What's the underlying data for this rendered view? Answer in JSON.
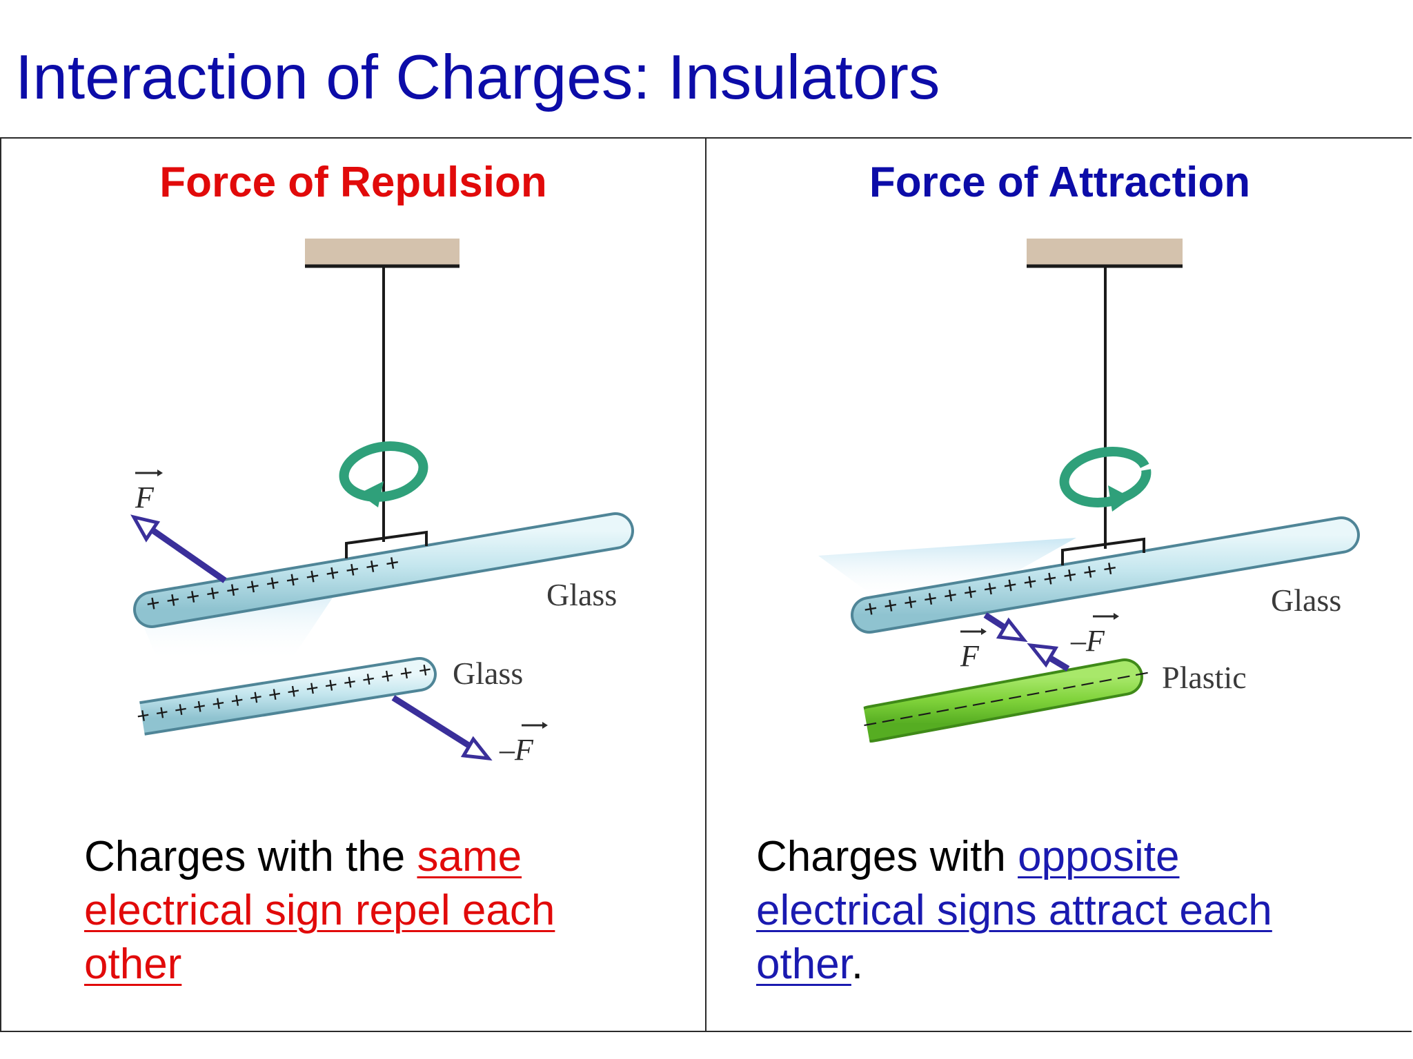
{
  "title": "Interaction of Charges: Insulators",
  "panels": {
    "left": {
      "heading": "Force of Repulsion",
      "caption_lead": "Charges with the ",
      "caption_lines": [
        "same",
        "electrical sign repel each",
        "other"
      ],
      "labels": {
        "upper_rod": "Glass",
        "lower_rod": "Glass",
        "force_upper": "F",
        "force_lower": "–F",
        "charges_upper": "+ + + + + + + + + + + + +",
        "charges_lower": "+ + + + + + + + + + + + + + + +"
      }
    },
    "right": {
      "heading": "Force of Attraction",
      "caption_lead": "Charges with ",
      "caption_lines": [
        "opposite",
        "electrical signs attract each",
        "other"
      ],
      "caption_trail": ".",
      "labels": {
        "upper_rod": "Glass",
        "lower_rod": "Plastic",
        "force_upper": "F",
        "force_lower": "–F",
        "charges_upper": "+ + + + + + + + + + + + +",
        "charges_lower": "– – – – – – – – – – – – – – – –"
      }
    }
  },
  "colors": {
    "title": "#0c0ca8",
    "repulsion": "#e10a0a",
    "attraction": "#0c0ca8",
    "glass_rod": "#bfe2ea",
    "plastic_rod": "#7fd23a",
    "force_arrow": "#3a2f9a",
    "rotation_arrow": "#2fa07a",
    "support": "#d4c2ad"
  },
  "icons": [
    "rotation-arrow-icon",
    "force-arrow-icon"
  ]
}
